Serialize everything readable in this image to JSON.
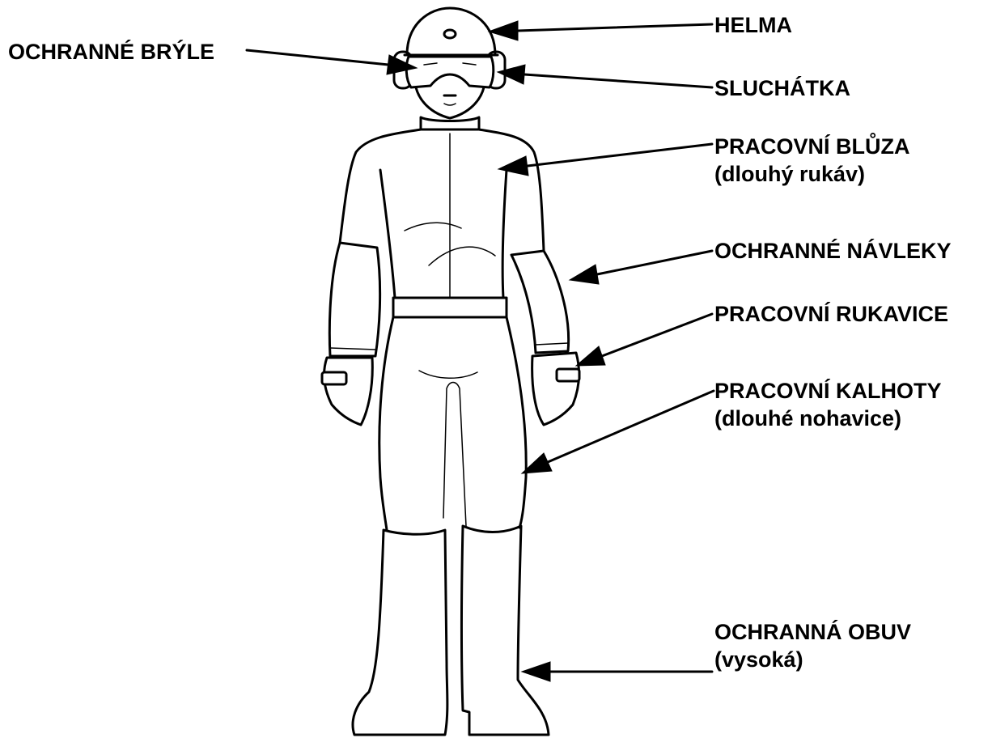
{
  "colors": {
    "ink": "#000000",
    "background": "#ffffff"
  },
  "labels": {
    "helmet": {
      "line1": "HELMA",
      "line2": ""
    },
    "goggles": {
      "line1": "OCHRANNÉ BRÝLE",
      "line2": ""
    },
    "earmuffs": {
      "line1": "SLUCHÁTKA",
      "line2": ""
    },
    "jacket": {
      "line1": "PRACOVNÍ BLŮZA",
      "line2": "(dlouhý rukáv)"
    },
    "sleeves": {
      "line1": "OCHRANNÉ NÁVLEKY",
      "line2": ""
    },
    "gloves": {
      "line1": "PRACOVNÍ RUKAVICE",
      "line2": ""
    },
    "trousers": {
      "line1": "PRACOVNÍ KALHOTY",
      "line2": "(dlouhé nohavice)"
    },
    "boots": {
      "line1": "OCHRANNÁ OBUV",
      "line2": "(vysoká)"
    }
  }
}
